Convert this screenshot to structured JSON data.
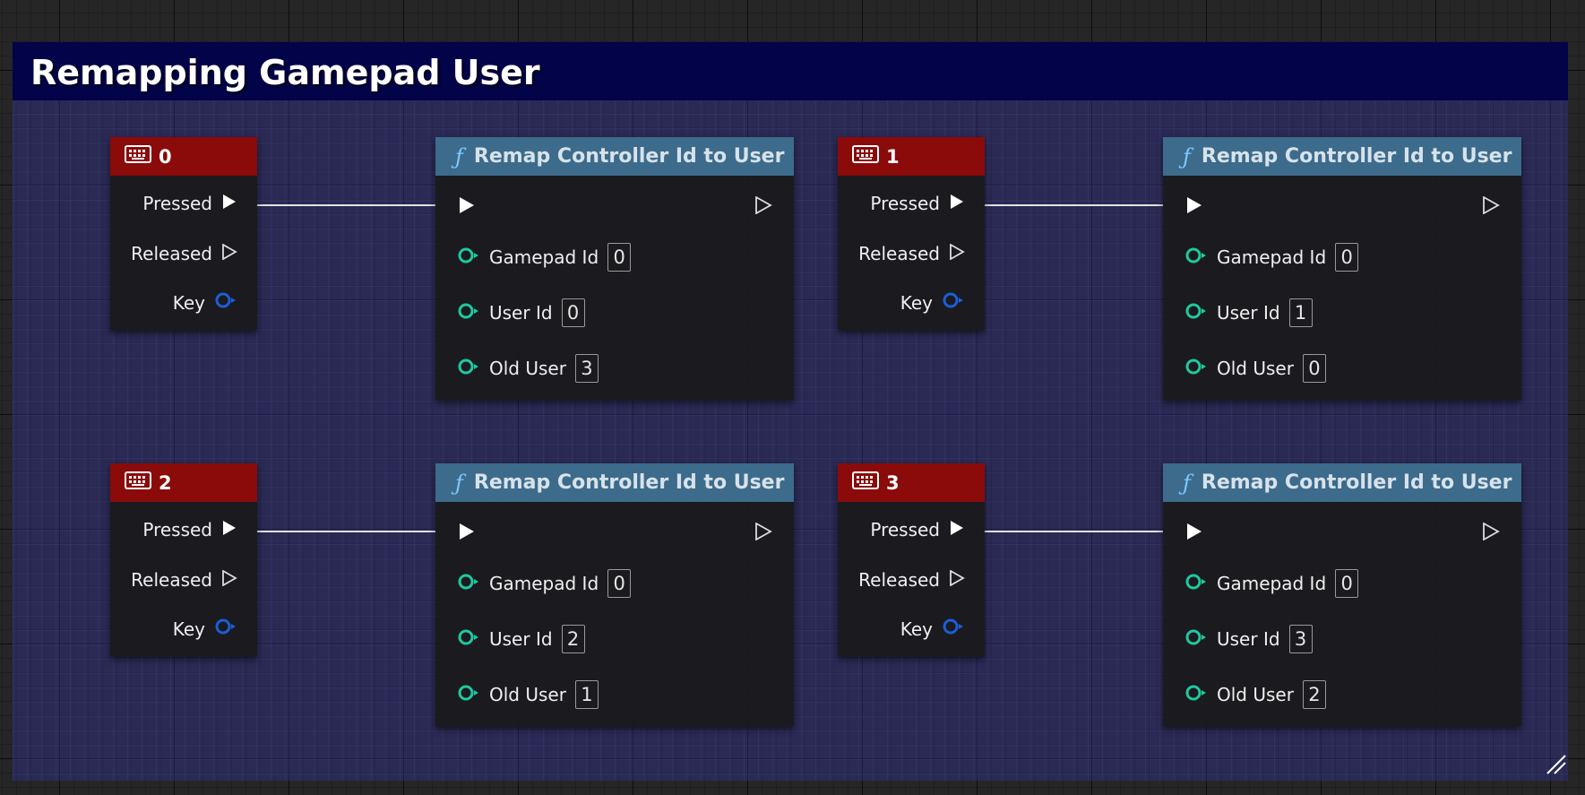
{
  "comment": {
    "title": "Remapping Gamepad User"
  },
  "key_nodes": [
    {
      "key": "0",
      "pins": {
        "pressed": "Pressed",
        "released": "Released",
        "key": "Key"
      }
    },
    {
      "key": "1",
      "pins": {
        "pressed": "Pressed",
        "released": "Released",
        "key": "Key"
      }
    },
    {
      "key": "2",
      "pins": {
        "pressed": "Pressed",
        "released": "Released",
        "key": "Key"
      }
    },
    {
      "key": "3",
      "pins": {
        "pressed": "Pressed",
        "released": "Released",
        "key": "Key"
      }
    }
  ],
  "function_nodes": [
    {
      "title": "Remap Controller Id to User",
      "inputs": [
        {
          "label": "Gamepad Id",
          "value": "0"
        },
        {
          "label": "User Id",
          "value": "0"
        },
        {
          "label": "Old User",
          "value": "3"
        }
      ]
    },
    {
      "title": "Remap Controller Id to User",
      "inputs": [
        {
          "label": "Gamepad Id",
          "value": "0"
        },
        {
          "label": "User Id",
          "value": "1"
        },
        {
          "label": "Old User",
          "value": "0"
        }
      ]
    },
    {
      "title": "Remap Controller Id to User",
      "inputs": [
        {
          "label": "Gamepad Id",
          "value": "0"
        },
        {
          "label": "User Id",
          "value": "2"
        },
        {
          "label": "Old User",
          "value": "1"
        }
      ]
    },
    {
      "title": "Remap Controller Id to User",
      "inputs": [
        {
          "label": "Gamepad Id",
          "value": "0"
        },
        {
          "label": "User Id",
          "value": "3"
        },
        {
          "label": "Old User",
          "value": "2"
        }
      ]
    }
  ],
  "icons": {
    "function": "ƒ",
    "key_node": "keyboard-icon",
    "exec_pin": "exec-arrow-icon",
    "int_pin": "int-pin-icon",
    "struct_pin": "key-pin-icon",
    "resize": "resize-grip-icon"
  },
  "colors": {
    "key_header": "#8b0a0a",
    "function_header": "#3d6b8c",
    "comment_header": "#03034a",
    "int_pin": "#1fc9a0",
    "key_pin": "#1a5fd6",
    "wire": "#e2e2e2"
  }
}
